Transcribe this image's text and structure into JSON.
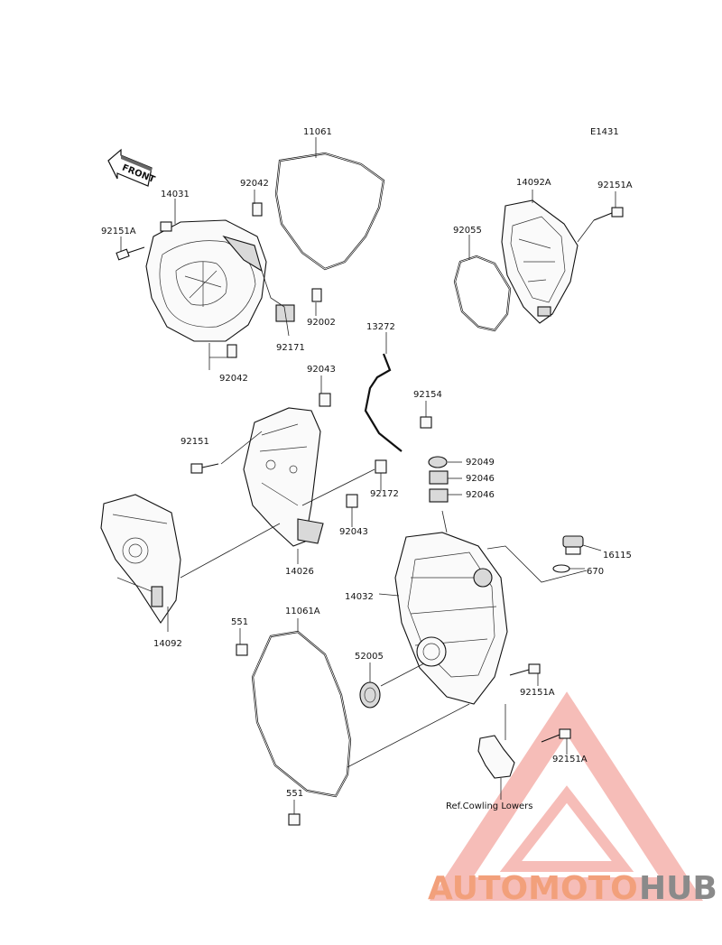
{
  "diagram": {
    "code": "E1431",
    "front_label": "FRONT",
    "part_labels": [
      {
        "id": "11061",
        "text": "11061"
      },
      {
        "id": "14031",
        "text": "14031"
      },
      {
        "id": "92042_top",
        "text": "92042"
      },
      {
        "id": "92151A_left",
        "text": "92151A"
      },
      {
        "id": "92002",
        "text": "92002"
      },
      {
        "id": "92171",
        "text": "92171"
      },
      {
        "id": "92042_bottom",
        "text": "92042"
      },
      {
        "id": "14092A",
        "text": "14092A"
      },
      {
        "id": "92151A_topright",
        "text": "92151A"
      },
      {
        "id": "92055",
        "text": "92055"
      },
      {
        "id": "13272",
        "text": "13272"
      },
      {
        "id": "92043_top",
        "text": "92043"
      },
      {
        "id": "92154",
        "text": "92154"
      },
      {
        "id": "92151",
        "text": "92151"
      },
      {
        "id": "92049",
        "text": "92049"
      },
      {
        "id": "92046_a",
        "text": "92046"
      },
      {
        "id": "92046_b",
        "text": "92046"
      },
      {
        "id": "92172",
        "text": "92172"
      },
      {
        "id": "92043_bottom",
        "text": "92043"
      },
      {
        "id": "14026",
        "text": "14026"
      },
      {
        "id": "16115",
        "text": "16115"
      },
      {
        "id": "670",
        "text": "670"
      },
      {
        "id": "14032",
        "text": "14032"
      },
      {
        "id": "14092",
        "text": "14092"
      },
      {
        "id": "551_top",
        "text": "551"
      },
      {
        "id": "11061A",
        "text": "11061A"
      },
      {
        "id": "52005",
        "text": "52005"
      },
      {
        "id": "92151A_mid",
        "text": "92151A"
      },
      {
        "id": "92151A_low",
        "text": "92151A"
      },
      {
        "id": "ref_cowling",
        "text": "Ref.Cowling Lowers"
      },
      {
        "id": "551_bottom",
        "text": "551"
      }
    ]
  },
  "watermark": {
    "brand_part1": "AUTOMOTO",
    "brand_part2": "HUB",
    "color_primary": "#f2a07b",
    "color_secondary": "#8a8a8a",
    "triangle_color": "#f3a7a0"
  }
}
